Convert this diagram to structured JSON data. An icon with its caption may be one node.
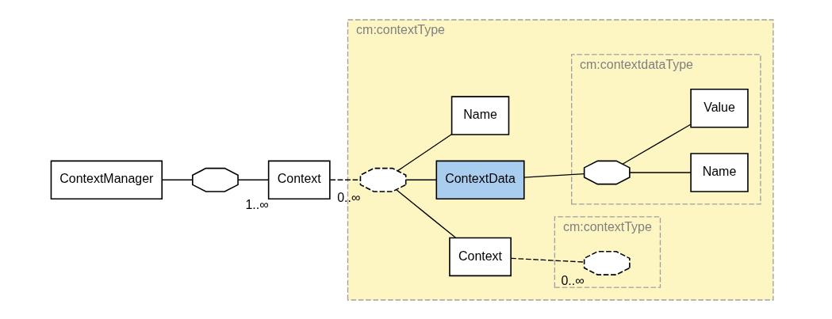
{
  "diagram": {
    "nodes": [
      {
        "text": [
          "ContextManager"
        ]
      },
      {
        "text": [],
        "shape": "octagon"
      },
      {
        "text": [
          "Context"
        ],
        "beside": [
          "1..∞"
        ]
      },
      {
        "text": [
          "cm:contextType"
        ]
      },
      {
        "text": [],
        "shape": "octagon",
        "in": 3,
        "beside": [
          "0..∞"
        ]
      },
      {
        "text": [
          "Context"
        ],
        "in": 3
      },
      {
        "text": [
          "cm:contextType"
        ],
        "in": 3
      },
      {
        "text": [],
        "shape": "octagon",
        "in": 6,
        "beside": [
          "0..∞"
        ]
      },
      {
        "text": [
          "ContextData"
        ],
        "in": 3
      },
      {
        "text": [
          "cm:contextdataType"
        ],
        "in": 3
      },
      {
        "text": [],
        "shape": "octagon",
        "in": 9
      },
      {
        "text": [
          "Name"
        ],
        "in": 9
      },
      {
        "text": [
          "Value"
        ],
        "in": 9
      },
      {
        "text": [
          "Name"
        ],
        "in": 3
      }
    ],
    "edges": [
      {
        "from": 0,
        "to": 1,
        "arrow": "none"
      },
      {
        "from": 1,
        "to": 2,
        "arrow": "none"
      },
      {
        "from": 2,
        "to": 4,
        "arrow": "none",
        "style": "dashed"
      },
      {
        "from": 4,
        "to": 5,
        "arrow": "none"
      },
      {
        "from": 4,
        "to": 8,
        "arrow": "none"
      },
      {
        "from": 4,
        "to": 13,
        "arrow": "none"
      },
      {
        "from": 5,
        "to": 7,
        "arrow": "none",
        "style": "dashed"
      },
      {
        "from": 8,
        "to": 10,
        "arrow": "none"
      },
      {
        "from": 10,
        "to": 11,
        "arrow": "none"
      },
      {
        "from": 10,
        "to": 12,
        "arrow": "none"
      }
    ]
  }
}
